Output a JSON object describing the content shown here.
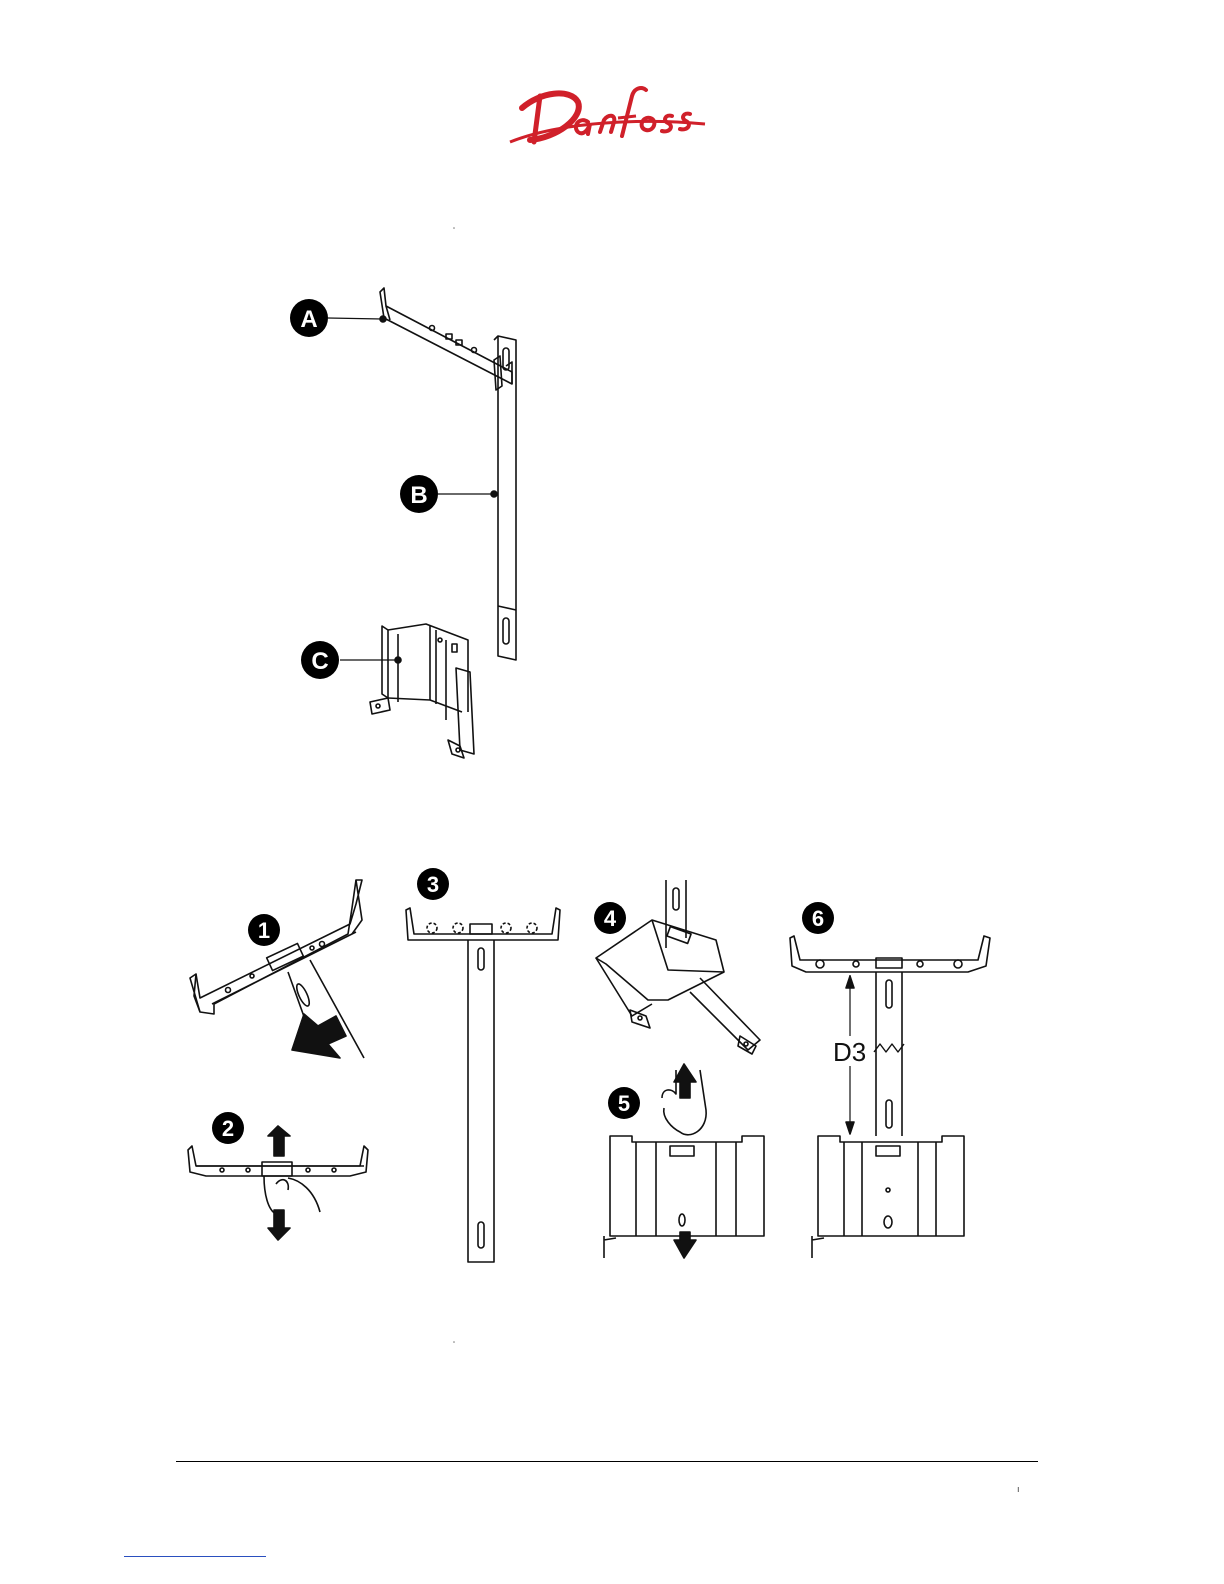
{
  "brand": {
    "name": "Danfoss",
    "color": "#d0202a"
  },
  "components": [
    {
      "id": "A",
      "label": "A"
    },
    {
      "id": "B",
      "label": "B"
    },
    {
      "id": "C",
      "label": "C"
    }
  ],
  "steps": [
    {
      "label": "1"
    },
    {
      "label": "2"
    },
    {
      "label": "3"
    },
    {
      "label": "4"
    },
    {
      "label": "5"
    },
    {
      "label": "6"
    }
  ],
  "dimension": {
    "label": "D3"
  },
  "footer": {
    "page_mark": "ı"
  }
}
